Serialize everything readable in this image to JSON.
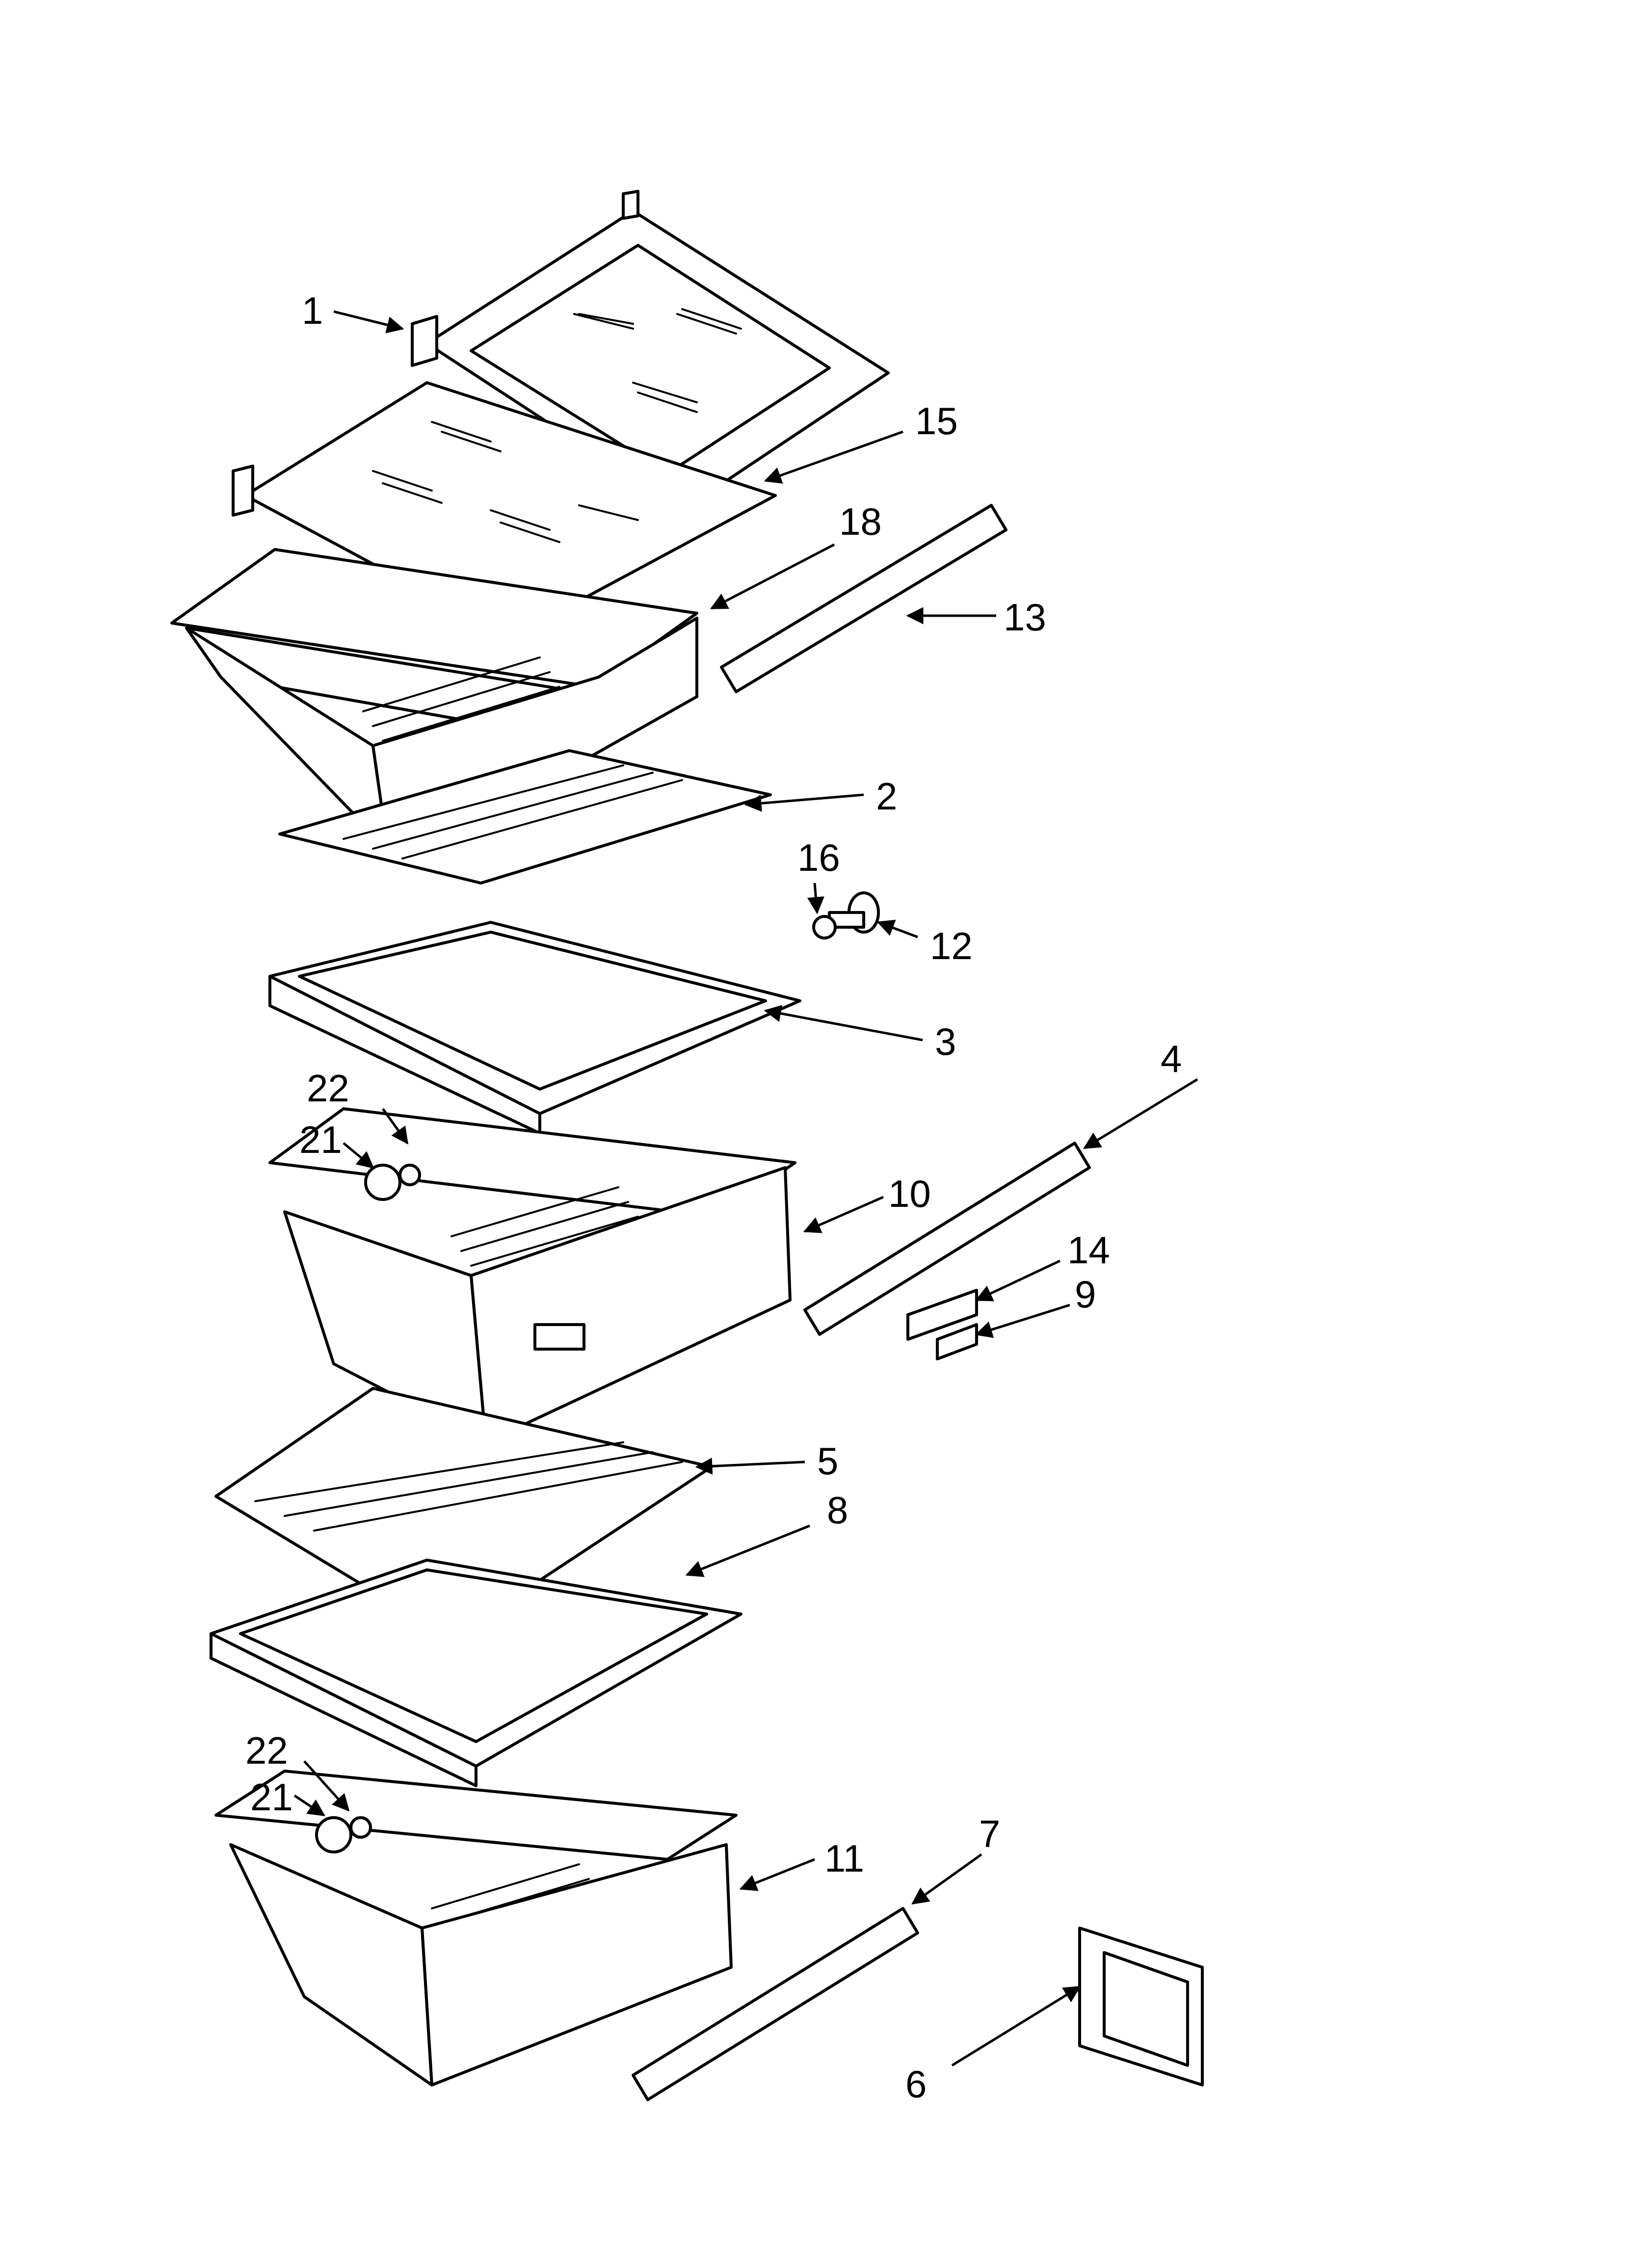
{
  "callouts": [
    {
      "id": "c1",
      "label": "1"
    },
    {
      "id": "c15",
      "label": "15"
    },
    {
      "id": "c18",
      "label": "18"
    },
    {
      "id": "c13",
      "label": "13"
    },
    {
      "id": "c2",
      "label": "2"
    },
    {
      "id": "c16",
      "label": "16"
    },
    {
      "id": "c12",
      "label": "12"
    },
    {
      "id": "c3",
      "label": "3"
    },
    {
      "id": "c4",
      "label": "4"
    },
    {
      "id": "c22a",
      "label": "22"
    },
    {
      "id": "c21a",
      "label": "21"
    },
    {
      "id": "c10",
      "label": "10"
    },
    {
      "id": "c14",
      "label": "14"
    },
    {
      "id": "c9",
      "label": "9"
    },
    {
      "id": "c5",
      "label": "5"
    },
    {
      "id": "c8",
      "label": "8"
    },
    {
      "id": "c22b",
      "label": "22"
    },
    {
      "id": "c21b",
      "label": "21"
    },
    {
      "id": "c11",
      "label": "11"
    },
    {
      "id": "c7",
      "label": "7"
    },
    {
      "id": "c6",
      "label": "6"
    }
  ]
}
